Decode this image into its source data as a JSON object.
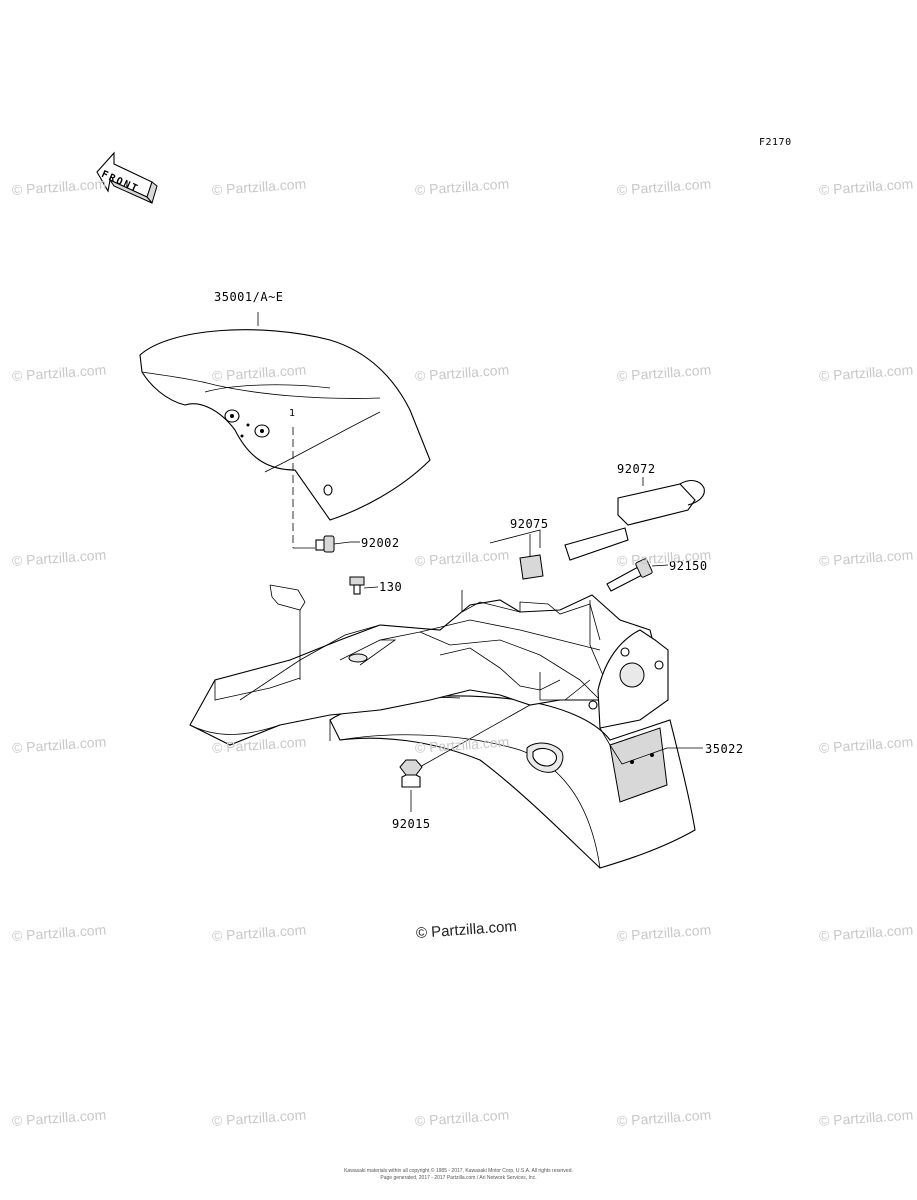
{
  "figure_code": "F2170",
  "front_label": "FRONT",
  "parts": {
    "front_fender": "35001/A~E",
    "bolt_92002": "92002",
    "clip_130": "130",
    "pad_92075": "92075",
    "strap_92072": "92072",
    "bolt_92150": "92150",
    "rear_fender": "35022",
    "nut_92015": "92015",
    "qty_1": "1"
  },
  "watermark": "© Partzilla.com",
  "center_watermark": "© Partzilla.com",
  "copyright": {
    "line1": "Kawasaki materials within all copyright © 1985 - 2017, Kawasaki Motor Corp, U.S.A. All rights reserved.",
    "line2": "Page generated, 2017 - 2017 Partzilla.com / Ari Network Services, Inc."
  }
}
